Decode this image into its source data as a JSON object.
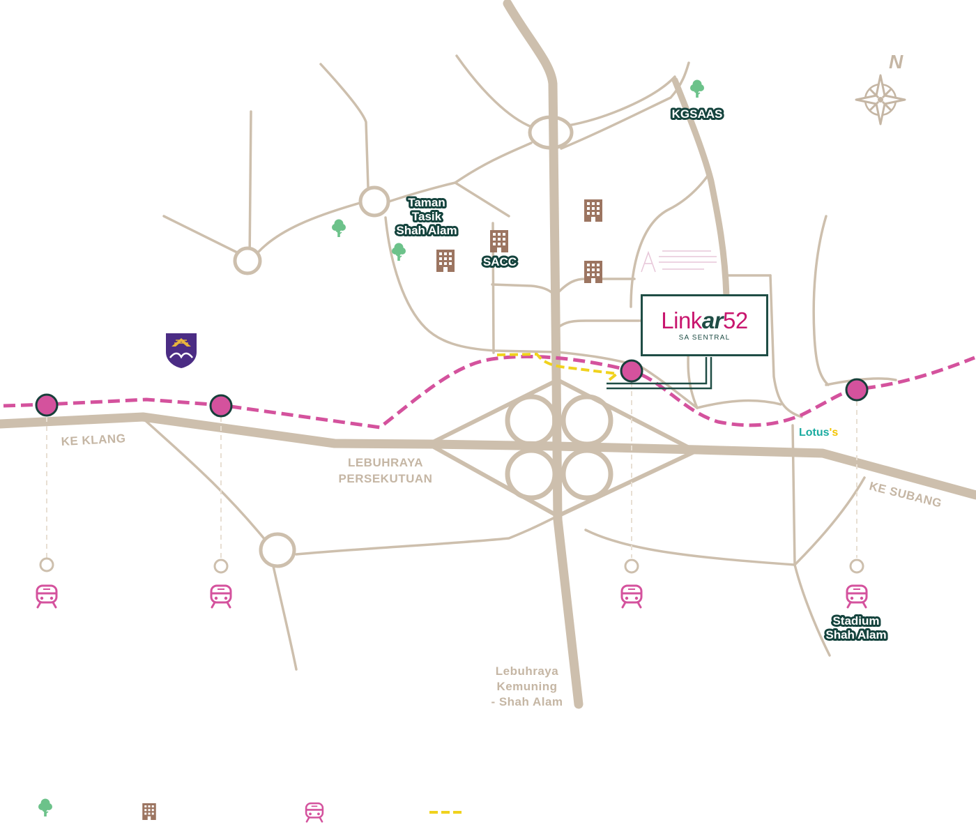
{
  "colors": {
    "road": "#cdbfad",
    "rail": "#d4529d",
    "station_stroke": "#173f3a",
    "tree": "#6cc28a",
    "building": "#9c7561",
    "dark_green": "#1f4d45",
    "brand_pink": "#c8166e",
    "lotus_teal": "#1aaba0",
    "lotus_yellow": "#f3c300",
    "walkway_yellow": "#f0d21e",
    "uitm_purple": "#4b2c84"
  },
  "compass": {
    "north_label": "N"
  },
  "road_labels": {
    "ke_klang": "KE KLANG",
    "persekutuan_1": "LEBUHRAYA",
    "persekutuan_2": "PERSEKUTUAN",
    "ke_subang": "KE SUBANG",
    "kemuning_1": "Lebuhraya",
    "kemuning_2": "Kemuning",
    "kemuning_3": "- Shah Alam"
  },
  "places": {
    "kgsaas": "KGSAAS",
    "taman_1": "Taman",
    "taman_2": "Tasik",
    "taman_3": "Shah Alam",
    "saco": "SACC",
    "stadium_1": "Stadium",
    "stadium_2": "Shah Alam"
  },
  "brand": {
    "logo_part1": "Link",
    "logo_part2": "ar",
    "logo_part3": "52",
    "logo_sub": "SA SENTRAL",
    "lotus": "Lotus",
    "lotus_suffix": "'s"
  },
  "legend_icons": [
    "tree-icon",
    "building-icon",
    "train-icon",
    "walkway-dash-icon"
  ]
}
